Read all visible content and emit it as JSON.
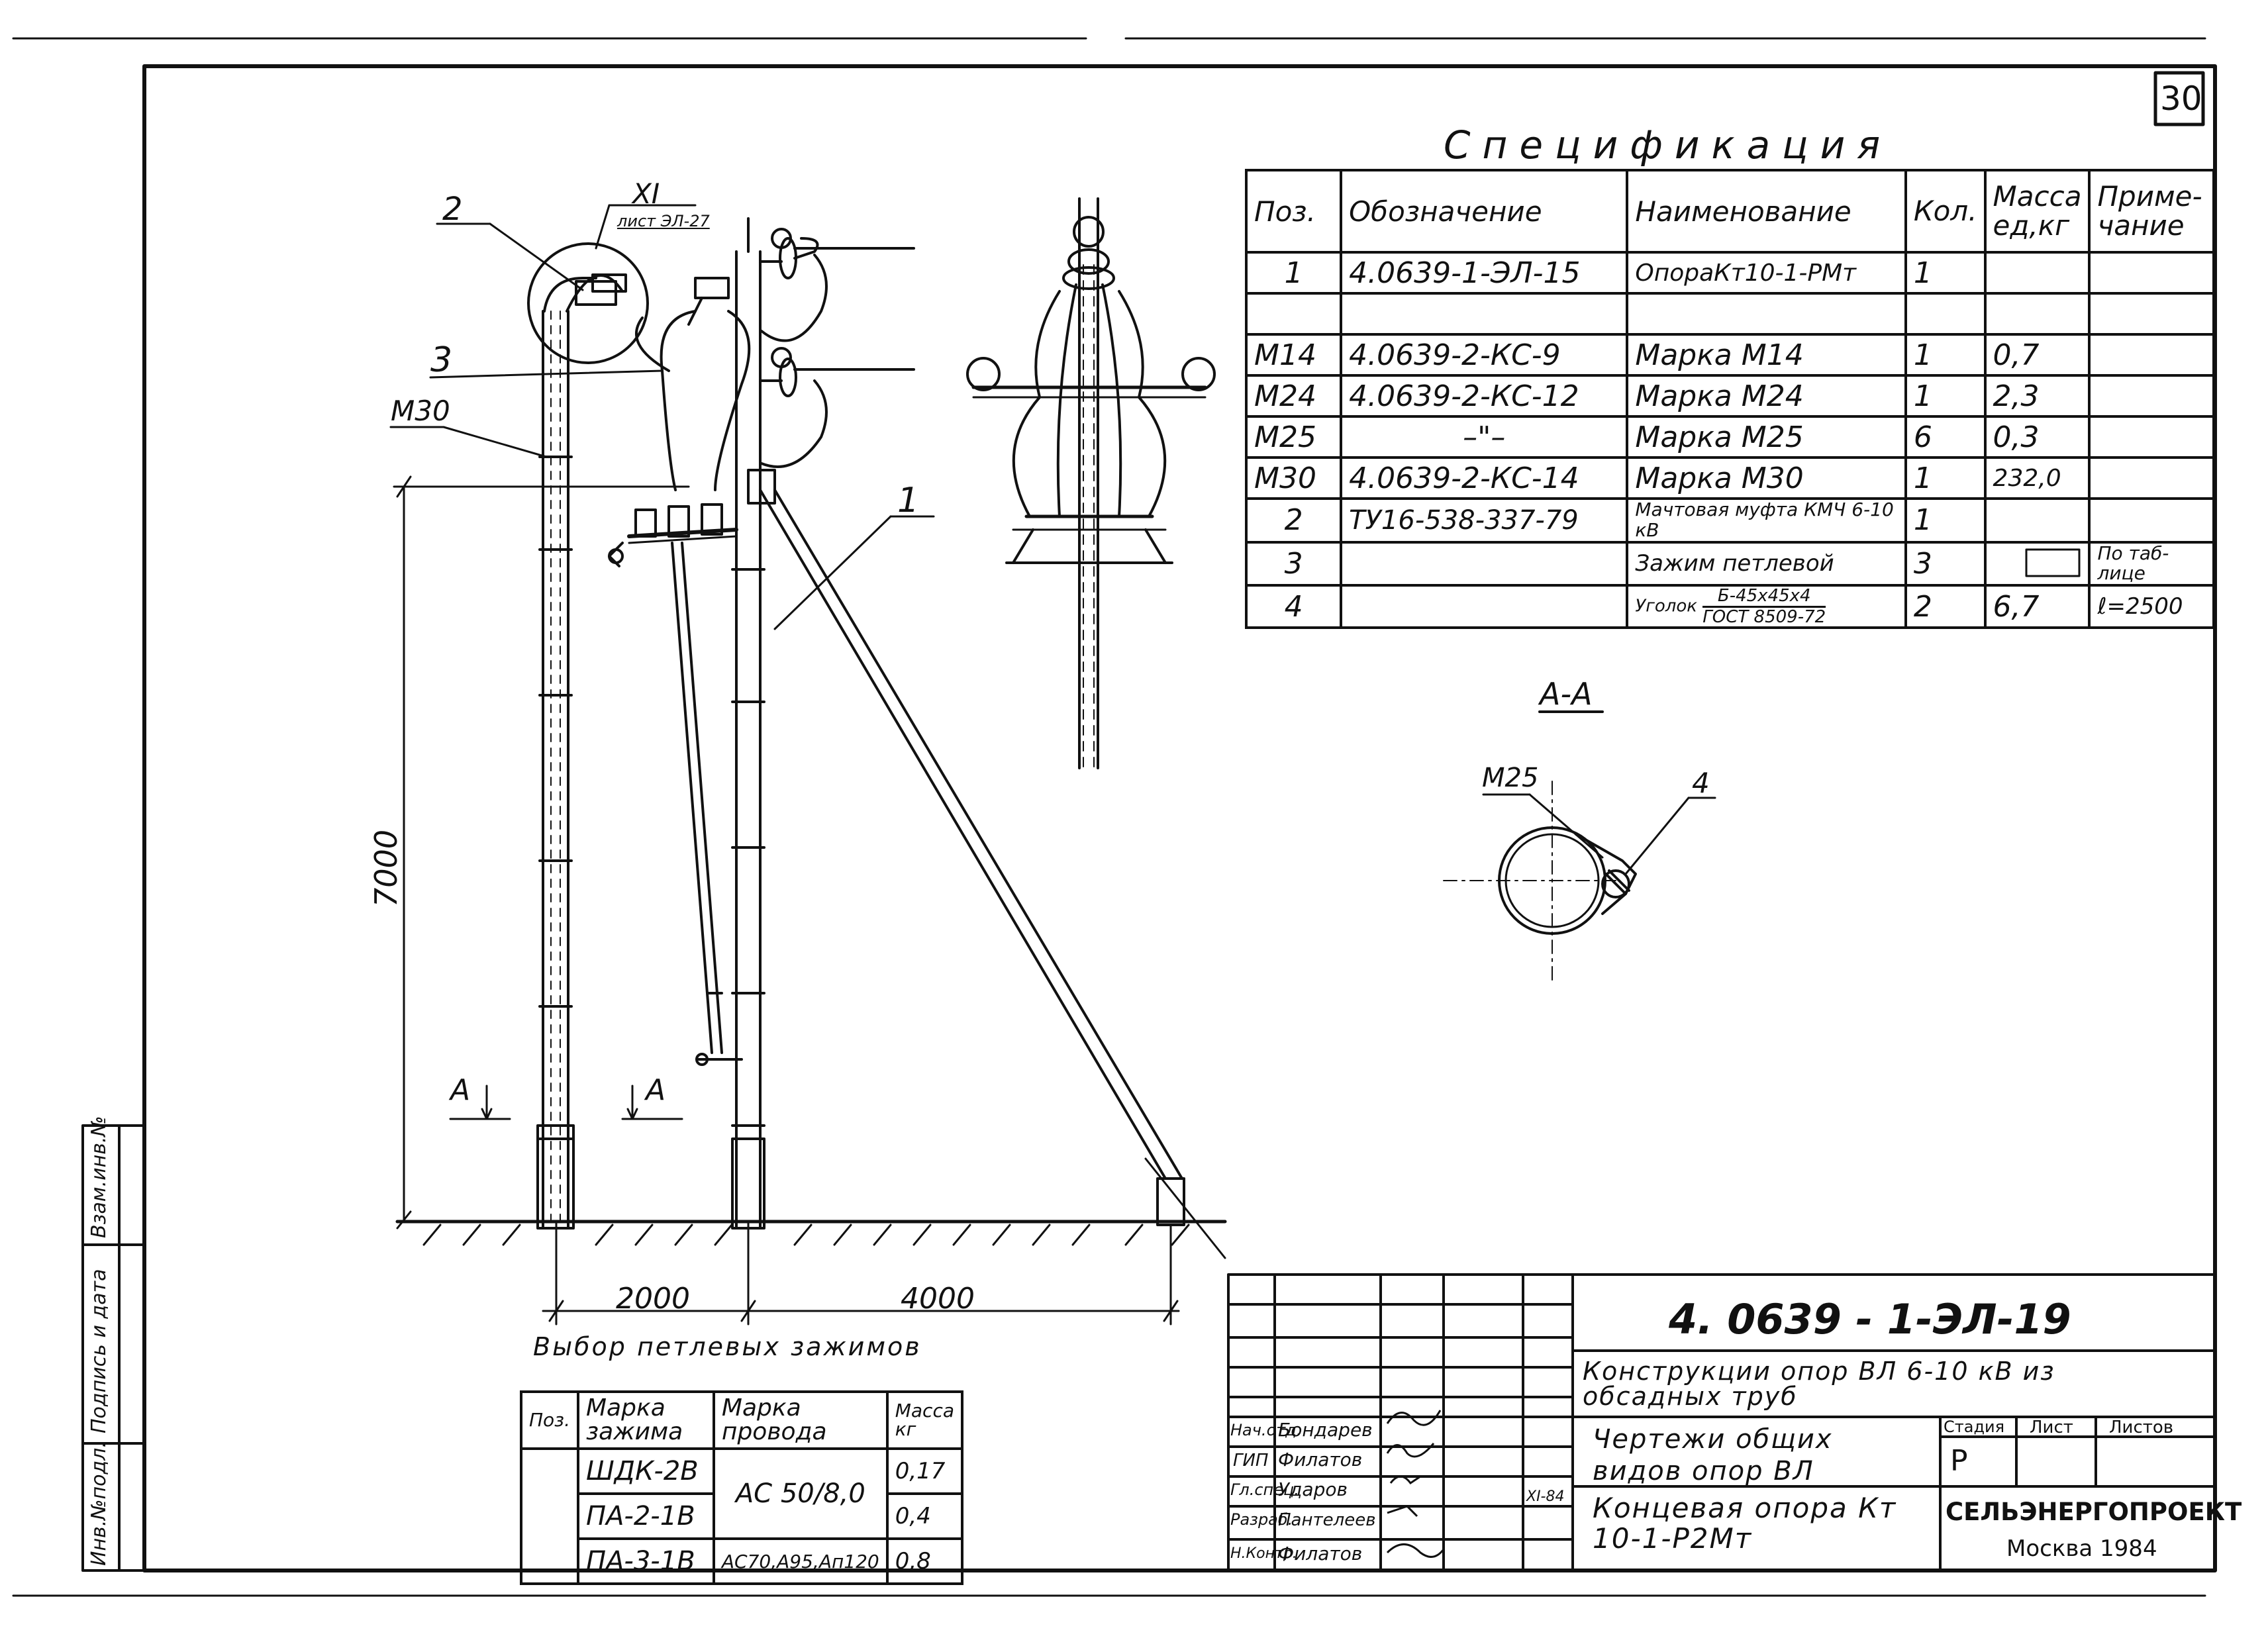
{
  "sheet": {
    "page_number": "30"
  },
  "spec": {
    "title": "Спецификация",
    "headers": {
      "pos": "Поз.",
      "designation": "Обозначение",
      "name": "Наименование",
      "qty": "Кол.",
      "mass": "Масса ед,кг",
      "note": "Приме- чание"
    },
    "rows": [
      {
        "pos": "1",
        "designation": "4.0639-1-ЭЛ-15",
        "name": "ОпораКт10-1-РМт",
        "qty": "1",
        "mass": "",
        "note": ""
      },
      {
        "pos": "",
        "designation": "",
        "name": "",
        "qty": "",
        "mass": "",
        "note": ""
      },
      {
        "pos": "М14",
        "designation": "4.0639-2-КС-9",
        "name": "Марка М14",
        "qty": "1",
        "mass": "0,7",
        "note": ""
      },
      {
        "pos": "М24",
        "designation": "4.0639-2-КС-12",
        "name": "Марка М24",
        "qty": "1",
        "mass": "2,3",
        "note": ""
      },
      {
        "pos": "М25",
        "designation": "–\"–",
        "name": "Марка М25",
        "qty": "6",
        "mass": "0,3",
        "note": ""
      },
      {
        "pos": "М30",
        "designation": "4.0639-2-КС-14",
        "name": "Марка М30",
        "qty": "1",
        "mass": "232,0",
        "note": ""
      },
      {
        "pos": "2",
        "designation": "ТУ16-538-337-79",
        "name": "Мачтовая муфта КМЧ 6-10 кВ",
        "qty": "1",
        "mass": "",
        "note": ""
      },
      {
        "pos": "3",
        "designation": "",
        "name": "Зажим петлевой",
        "qty": "3",
        "mass": "",
        "note": "По таб- лице"
      },
      {
        "pos": "4",
        "designation": "",
        "name_top": "Б-45х45х4",
        "name_bottom": "ГОСТ 8509-72",
        "name_prefix": "Уголок",
        "qty": "2",
        "mass": "6,7",
        "note": "ℓ=2500"
      }
    ]
  },
  "drawing": {
    "callouts": {
      "xi": "XI",
      "xi_sub": "лист ЭЛ-27",
      "pos2": "2",
      "pos3": "3",
      "m30": "М30",
      "pos1": "1",
      "a_left": "А",
      "a_right": "А",
      "height": "7000",
      "dim_left": "2000",
      "dim_right": "4000"
    },
    "section": {
      "title": "А-А",
      "m25": "М25",
      "pos4": "4"
    }
  },
  "clamps": {
    "title": "Выбор петлевых зажимов",
    "headers": {
      "pos": "Поз.",
      "clamp": "Марка зажима",
      "wire": "Марка провода",
      "mass": "Масса кг"
    },
    "rows": [
      {
        "clamp": "ШДК-2В",
        "wire": "АС 50/8,0",
        "mass": "0,17"
      },
      {
        "clamp": "ПА-2-1В",
        "wire": "",
        "mass": "0,4"
      },
      {
        "clamp": "ПА-3-1В",
        "wire": "АС70,А95,Ап120",
        "mass": "0,8"
      }
    ]
  },
  "stamp": {
    "doc_number": "4. 0639 - 1-ЭЛ-19",
    "project": "Конструкции опор ВЛ 6-10 кВ из обсадных труб",
    "album": "Чертежи общих видов опор ВЛ",
    "sheet_title": "Концевая опора Кт 10-1-Р2Мт",
    "stage_label": "Стадия",
    "sheet_label": "Лист",
    "sheets_label": "Листов",
    "stage": "Р",
    "org": "СЕЛЬЭНЕРГОПРОЕКТ",
    "city_year": "Москва 1984",
    "date": "XI-84",
    "people": [
      {
        "role": "Нач.отд.",
        "name": "Бондарев"
      },
      {
        "role": "ГИП",
        "name": "Филатов"
      },
      {
        "role": "Гл.спец.",
        "name": "Ударов"
      },
      {
        "role": "Разраб.",
        "name": "Пантелеев"
      },
      {
        "role": "Н.Контр.",
        "name": "Филатов"
      }
    ]
  },
  "side_stamp": {
    "inv_orig": "Инв.№подл.",
    "sign_date": "Подпись и дата",
    "replace_inv": "Взам.инв.№"
  }
}
